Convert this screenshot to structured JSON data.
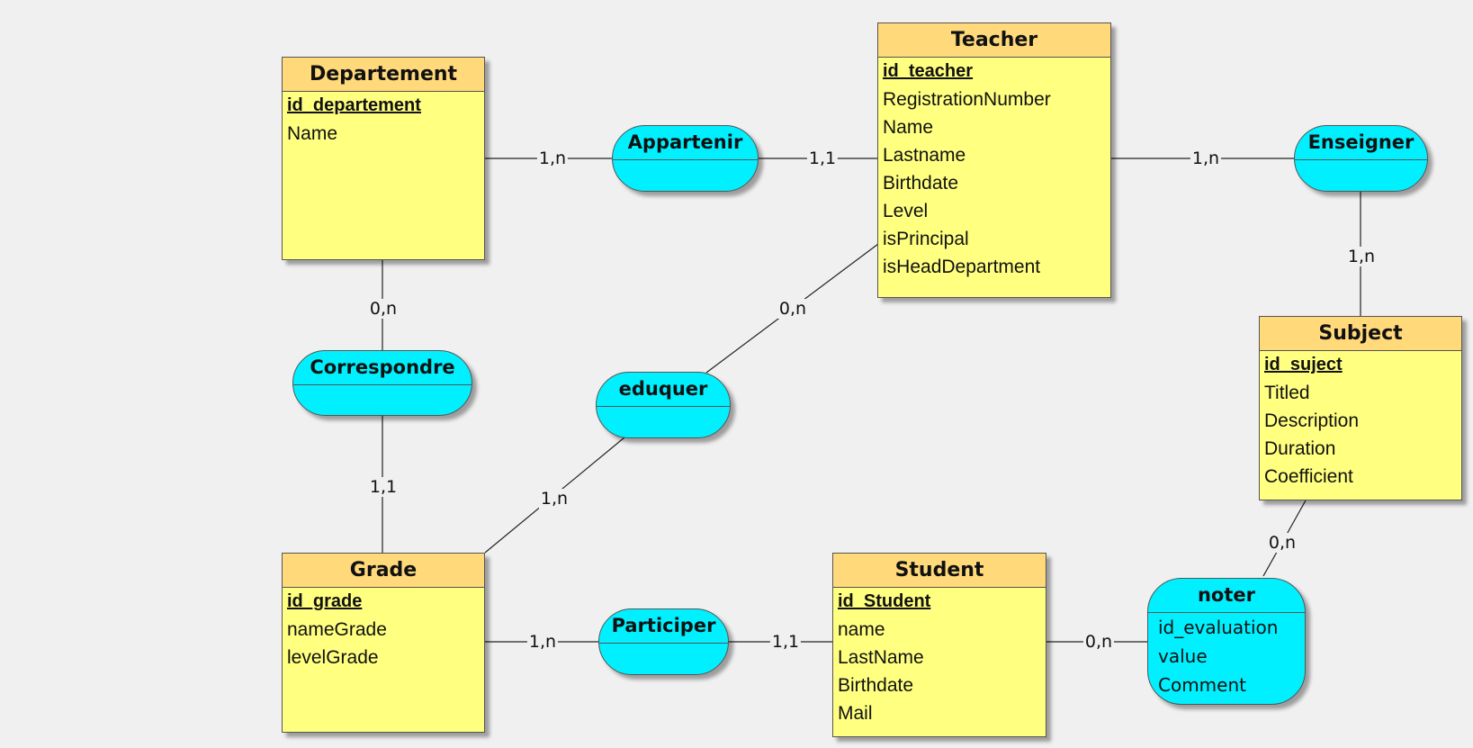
{
  "entities": {
    "departement": {
      "title": "Departement",
      "key": "id_departement",
      "attrs": [
        "Name"
      ]
    },
    "teacher": {
      "title": "Teacher",
      "key": "id_teacher",
      "attrs": [
        "RegistrationNumber",
        "Name",
        "Lastname",
        "Birthdate",
        "Level",
        "isPrincipal",
        "isHeadDepartment"
      ]
    },
    "subject": {
      "title": "Subject",
      "key": "id_suject",
      "attrs": [
        "Titled",
        "Description",
        "Duration",
        "Coefficient"
      ]
    },
    "grade": {
      "title": "Grade",
      "key": "id_grade",
      "attrs": [
        "nameGrade",
        "levelGrade"
      ]
    },
    "student": {
      "title": "Student",
      "key": "id_Student",
      "attrs": [
        "name",
        "LastName",
        "Birthdate",
        "Mail"
      ]
    }
  },
  "relations": {
    "appartenir": {
      "title": "Appartenir"
    },
    "enseigner": {
      "title": "Enseigner"
    },
    "correspondre": {
      "title": "Correspondre"
    },
    "eduquer": {
      "title": "eduquer"
    },
    "participer": {
      "title": "Participer"
    },
    "noter": {
      "title": "noter",
      "attrs": [
        "id_evaluation",
        "value",
        "Comment"
      ]
    }
  },
  "cardinalities": {
    "departement_appartenir": "1,n",
    "teacher_appartenir": "1,1",
    "teacher_enseigner": "1,n",
    "subject_enseigner": "1,n",
    "departement_correspondre": "0,n",
    "grade_correspondre": "1,1",
    "teacher_eduquer": "0,n",
    "grade_eduquer": "1,n",
    "grade_participer": "1,n",
    "student_participer": "1,1",
    "student_noter": "0,n",
    "subject_noter": "0,n"
  },
  "colors": {
    "entity_header": "#ffd97a",
    "entity_body": "#ffff80",
    "relation_fill": "#00f0ff",
    "background": "#f0f0f0"
  }
}
